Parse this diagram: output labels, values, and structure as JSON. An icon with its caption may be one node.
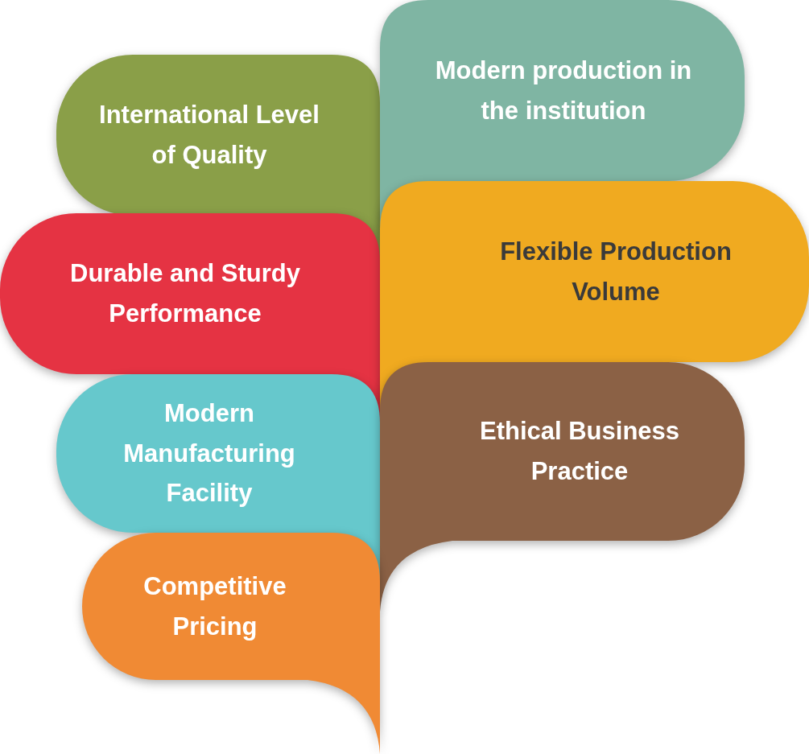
{
  "diagram": {
    "nodes": [
      {
        "text": [
          "International Level of Quality"
        ]
      },
      {
        "text": [
          "Modern production in the institution"
        ]
      },
      {
        "text": [
          "Durable and Sturdy Performance"
        ]
      },
      {
        "text": [
          "Flexible Production Volume"
        ]
      },
      {
        "text": [
          "Modern Manufacturing Facility"
        ]
      },
      {
        "text": [
          "Ethical Business Practice"
        ]
      },
      {
        "text": [
          "Competitive Pricing"
        ]
      }
    ]
  }
}
